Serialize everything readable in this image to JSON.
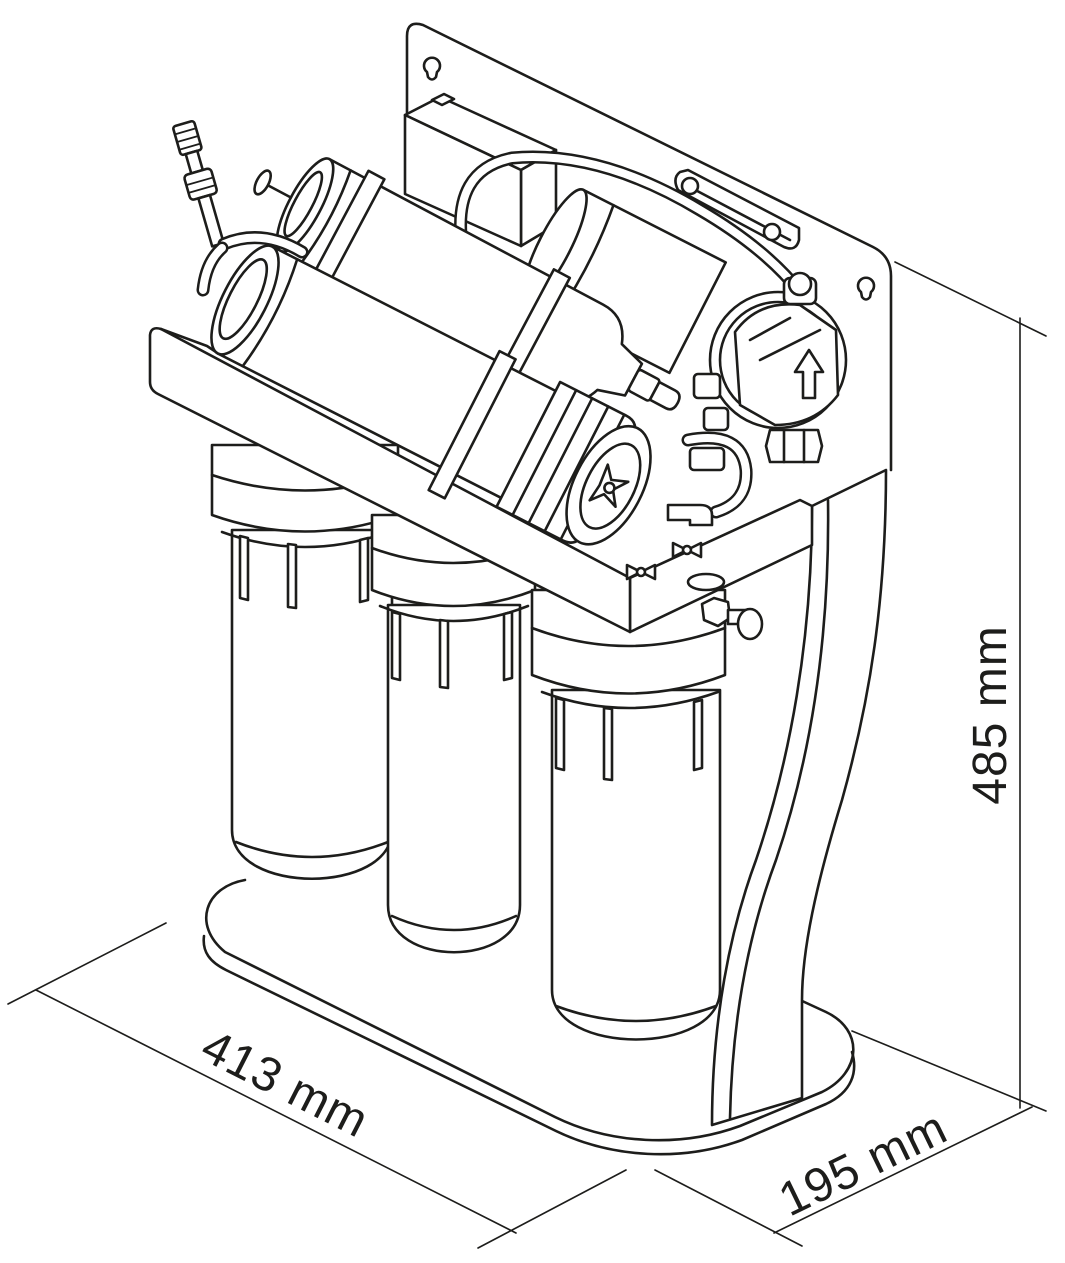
{
  "dimensions": {
    "width": "413 mm",
    "depth": "195 mm",
    "height": "485 mm"
  },
  "icons": {
    "flow_arrow": "arrow-up-icon"
  },
  "colors": {
    "line": "#1d1d1b",
    "paper": "#ffffff"
  }
}
